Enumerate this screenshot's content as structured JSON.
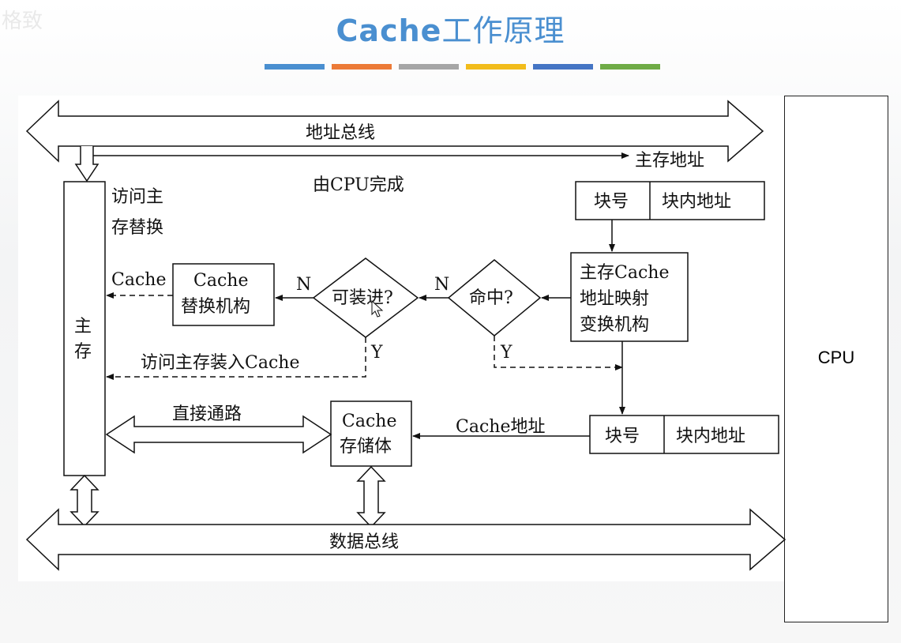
{
  "slide": {
    "title_latin": "Cache",
    "title_cjk": "工作原理",
    "watermark": "格致",
    "accent_bars": [
      "#4a8fd0",
      "#ec7a37",
      "#a6a6a6",
      "#f2bc1b",
      "#4575c4",
      "#6fab46"
    ]
  },
  "diagram": {
    "address_bus": "地址总线",
    "main_memory_address": "主存地址",
    "cpu_complete": "由CPU完成",
    "access_replace_line1": "访问主",
    "access_replace_line2": "存替换",
    "main_memory_line1": "主",
    "main_memory_line2": "存",
    "cpu_addr_block": "块号",
    "cpu_addr_offset": "块内地址",
    "mapping_line1": "主存Cache",
    "mapping_line2": "地址映射",
    "mapping_line3": "变换机构",
    "hit_question": "命中?",
    "loadable_question": "可装进?",
    "n_label_1": "N",
    "n_label_2": "N",
    "y_label_1": "Y",
    "y_label_2": "Y",
    "replace_line1": "Cache",
    "replace_line2": "替换机构",
    "cache_out_label": "Cache",
    "load_cache_label": "访问主存装入Cache",
    "direct_path": "直接通路",
    "cache_storage_line1": "Cache",
    "cache_storage_line2": "存储体",
    "cache_address": "Cache地址",
    "cache_addr_block": "块号",
    "cache_addr_offset": "块内地址",
    "data_bus": "数据总线",
    "cpu": "CPU"
  }
}
